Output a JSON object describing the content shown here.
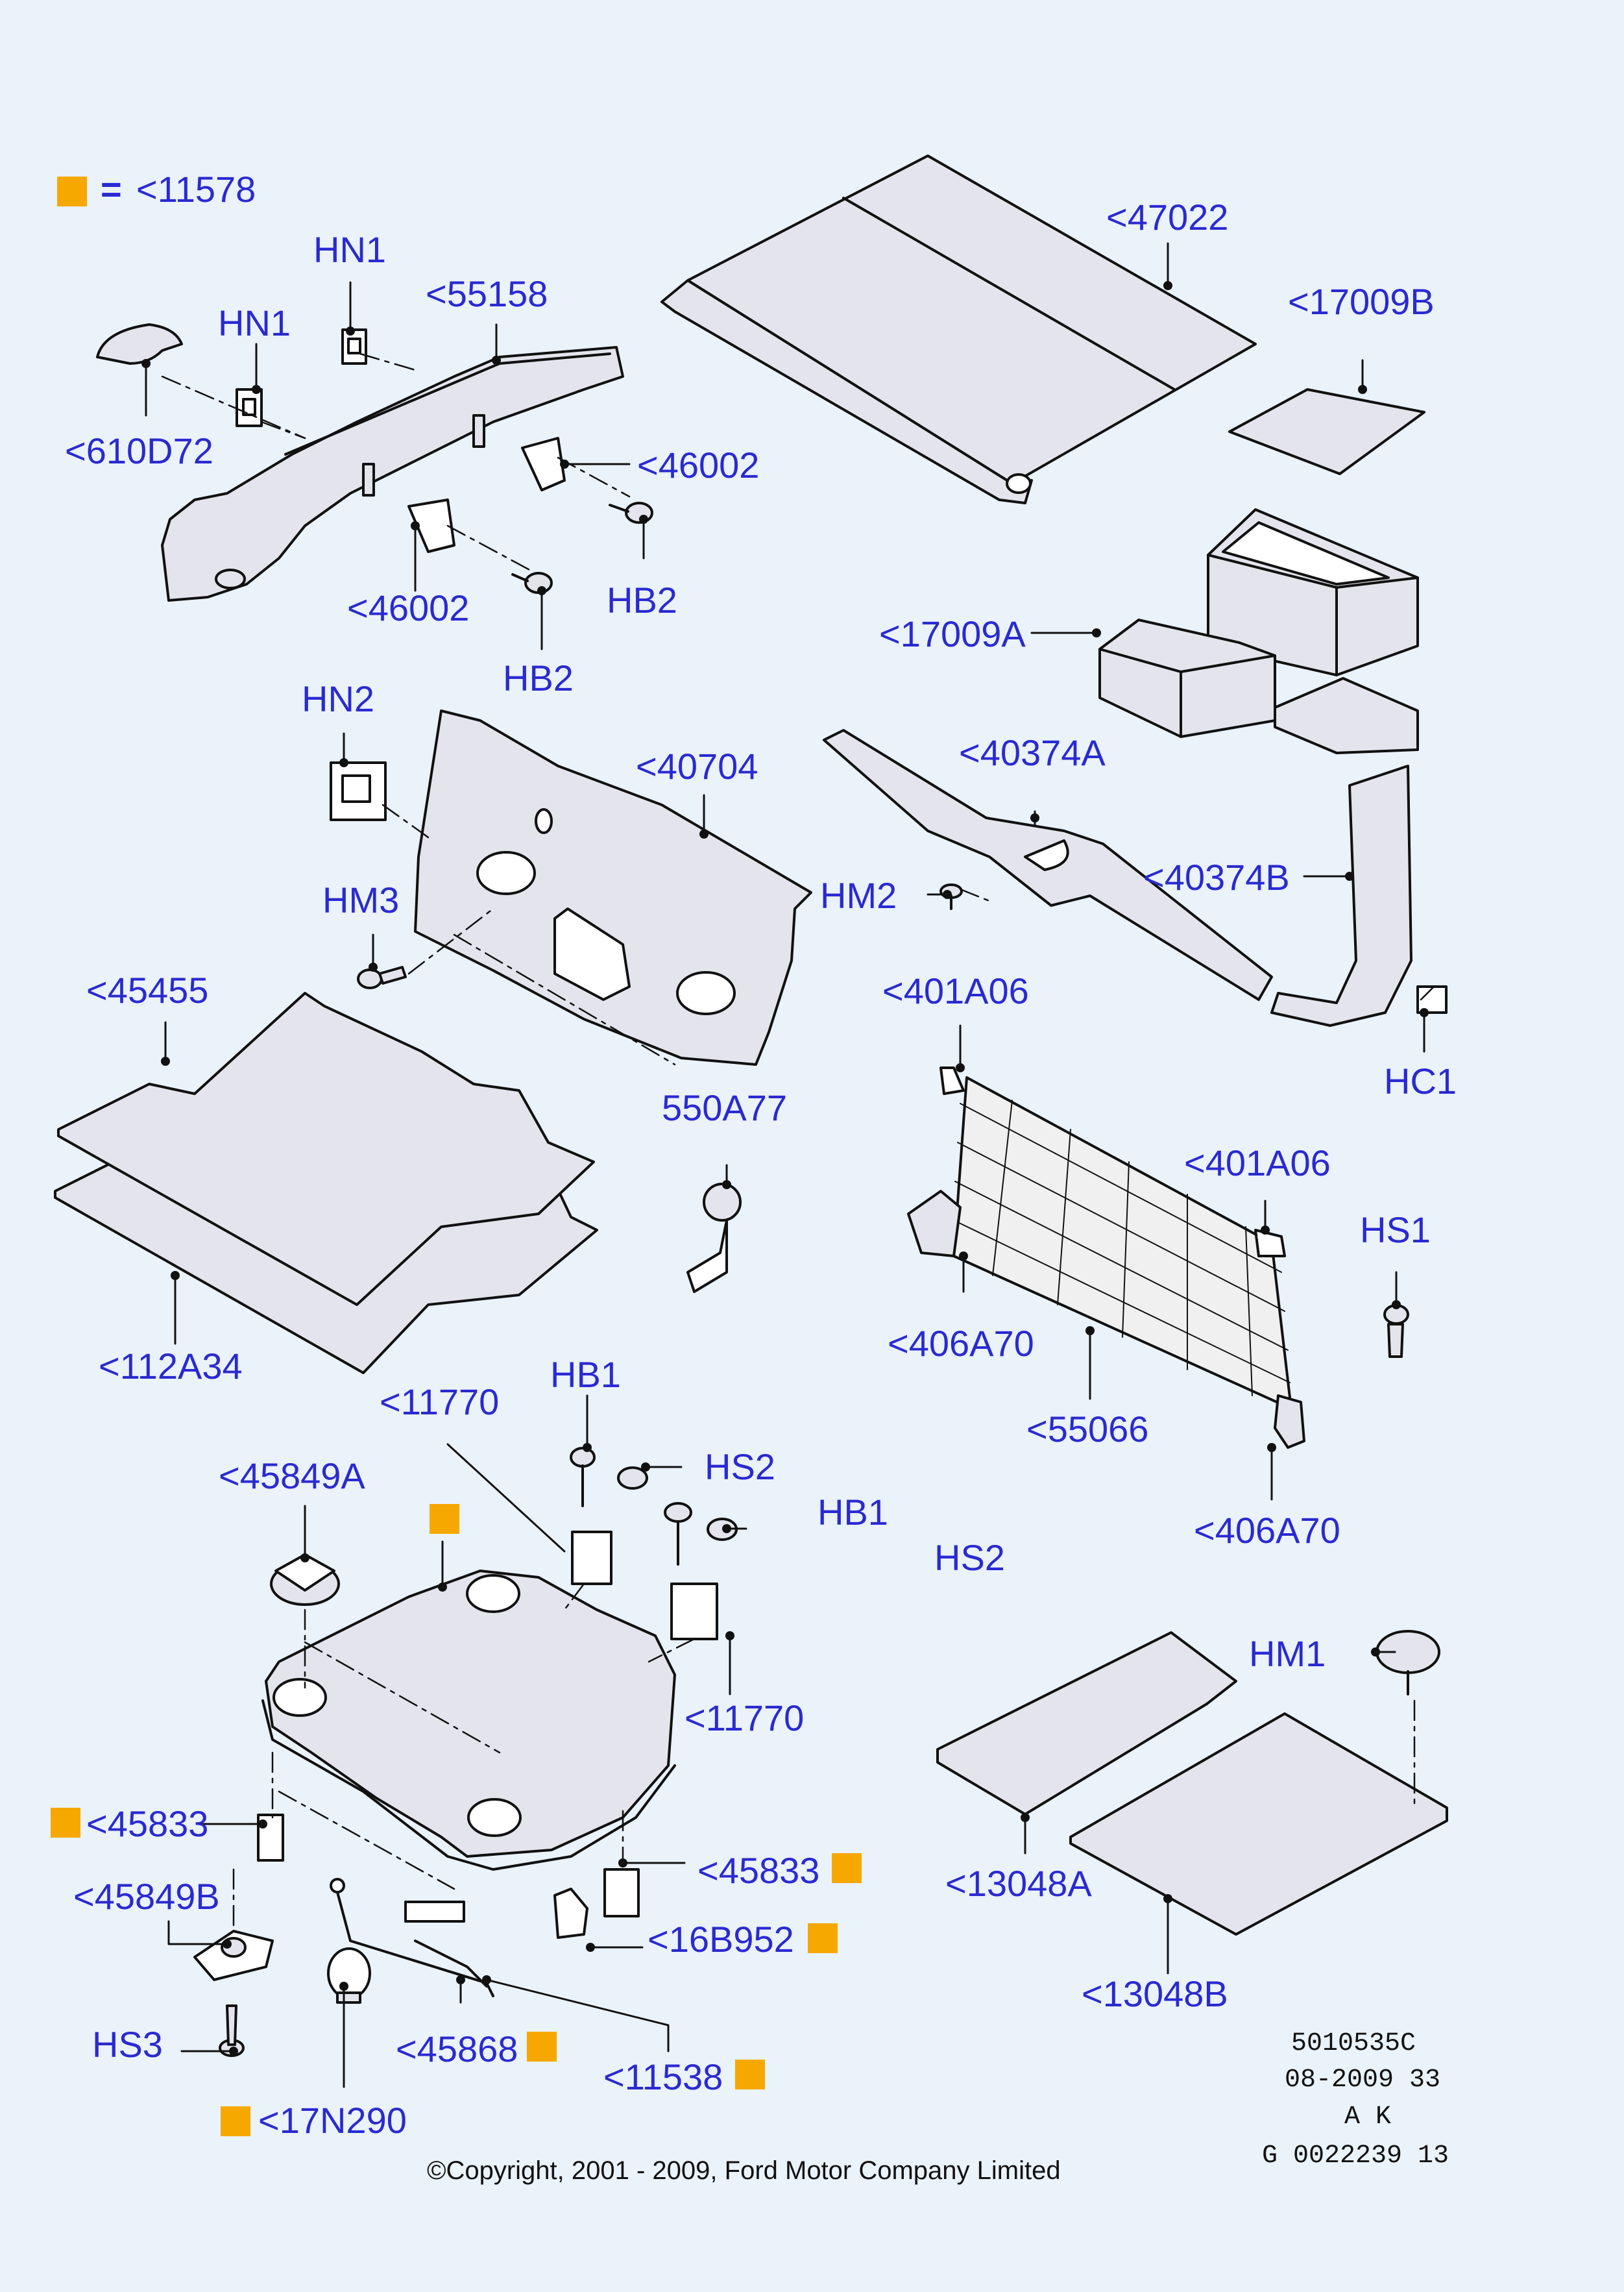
{
  "legend": {
    "equals": "=",
    "code": "<11578"
  },
  "labels": {
    "hn1_a": "HN1",
    "hn1_b": "HN1",
    "p55158": "<55158",
    "p610d72": "<610D72",
    "p46002_a": "<46002",
    "p46002_b": "<46002",
    "hb2_a": "HB2",
    "hb2_b": "HB2",
    "p47022": "<47022",
    "p17009b": "<17009B",
    "p17009a": "<17009A",
    "hn2": "HN2",
    "p40704": "<40704",
    "p40374a": "<40374A",
    "hm2": "HM2",
    "p40374b": "<40374B",
    "hm3": "HM3",
    "p45455": "<45455",
    "p401a06_a": "<401A06",
    "hc1": "HC1",
    "p550a77": "550A77",
    "p401a06_b": "<401A06",
    "hs1": "HS1",
    "p406a70_a": "<406A70",
    "p112a34": "<112A34",
    "p55066": "<55066",
    "p406a70_b": "<406A70",
    "p11770_a": "<11770",
    "hb1_a": "HB1",
    "hs2_a": "HS2",
    "p45849a": "<45849A",
    "hb1_b": "HB1",
    "hs2_b": "HS2",
    "p11770_b": "<11770",
    "hm1": "HM1",
    "p45833_a": "<45833",
    "p45833_b": "<45833",
    "p45849b": "<45849B",
    "p16b952": "<16B952",
    "p13048a": "<13048A",
    "hs3": "HS3",
    "p45868": "<45868",
    "p11538": "<11538",
    "p13048b": "<13048B",
    "p17n290": "<17N290"
  },
  "meta": {
    "line1": "5010535C",
    "line2": "08-2009 33",
    "line3": "A K",
    "line4": "G 0022239 13"
  },
  "copyright": "©Copyright, 2001 - 2009, Ford Motor Company Limited",
  "colors": {
    "label": "#2a2ad0",
    "marker": "#f6a800",
    "background": "#eaf2fa",
    "part_fill": "#e4e4ec",
    "line": "#111111"
  }
}
